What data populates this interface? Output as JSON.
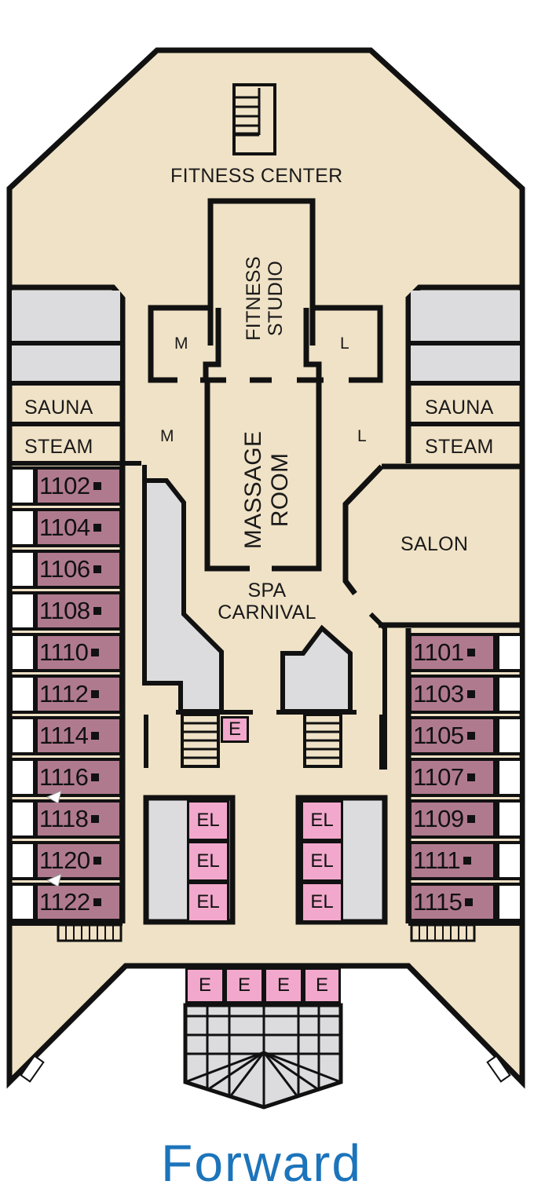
{
  "deck": {
    "colors": {
      "floor": "#F0E2C6",
      "cabin": "#B07A8E",
      "elevator": "#F2A8CC",
      "service_gray": "#DCDCDE",
      "wall": "#111111",
      "balcony": "#FFFFFF",
      "footer_text": "#1C74BB"
    },
    "areas": {
      "fitness_center": "FITNESS CENTER",
      "fitness_studio_line1": "FITNESS",
      "fitness_studio_line2": "STUDIO",
      "massage_line1": "MASSAGE",
      "massage_line2": "ROOM",
      "spa_line1": "SPA",
      "spa_line2": "CARNIVAL",
      "salon": "SALON",
      "sauna_left": "SAUNA",
      "steam_left": "STEAM",
      "sauna_right": "SAUNA",
      "steam_right": "STEAM",
      "men_room_upper": "M",
      "men_area_lower": "M",
      "ladies_room_upper": "L",
      "ladies_area_lower": "L",
      "elevator_single": "E"
    },
    "cabins_port": [
      "1102",
      "1104",
      "1106",
      "1108",
      "1110",
      "1112",
      "1114",
      "1116",
      "1118",
      "1120",
      "1122"
    ],
    "cabins_starboard": [
      "1101",
      "1103",
      "1105",
      "1107",
      "1109",
      "1111",
      "1115"
    ],
    "elevators_left": [
      "EL",
      "EL",
      "EL"
    ],
    "elevators_right": [
      "EL",
      "EL",
      "EL"
    ],
    "elevators_aft": [
      "E",
      "E",
      "E",
      "E"
    ],
    "footer_label": "Forward"
  }
}
